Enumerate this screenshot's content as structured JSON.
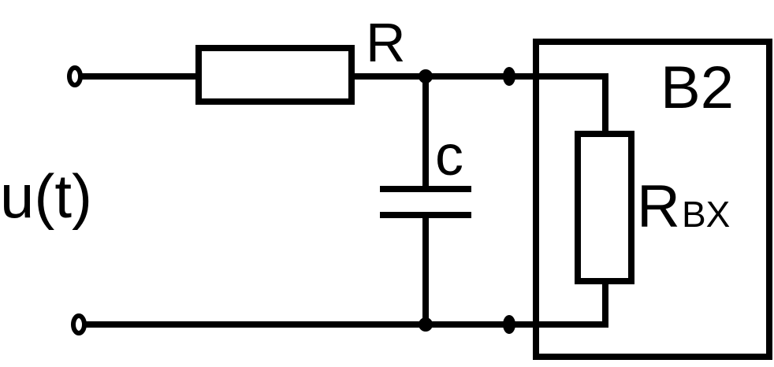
{
  "labels": {
    "resistor": "R",
    "capacitor": "c",
    "input_voltage": "u(t)",
    "device": "B2",
    "input_resistance_main": "R",
    "input_resistance_sub": "BX"
  }
}
